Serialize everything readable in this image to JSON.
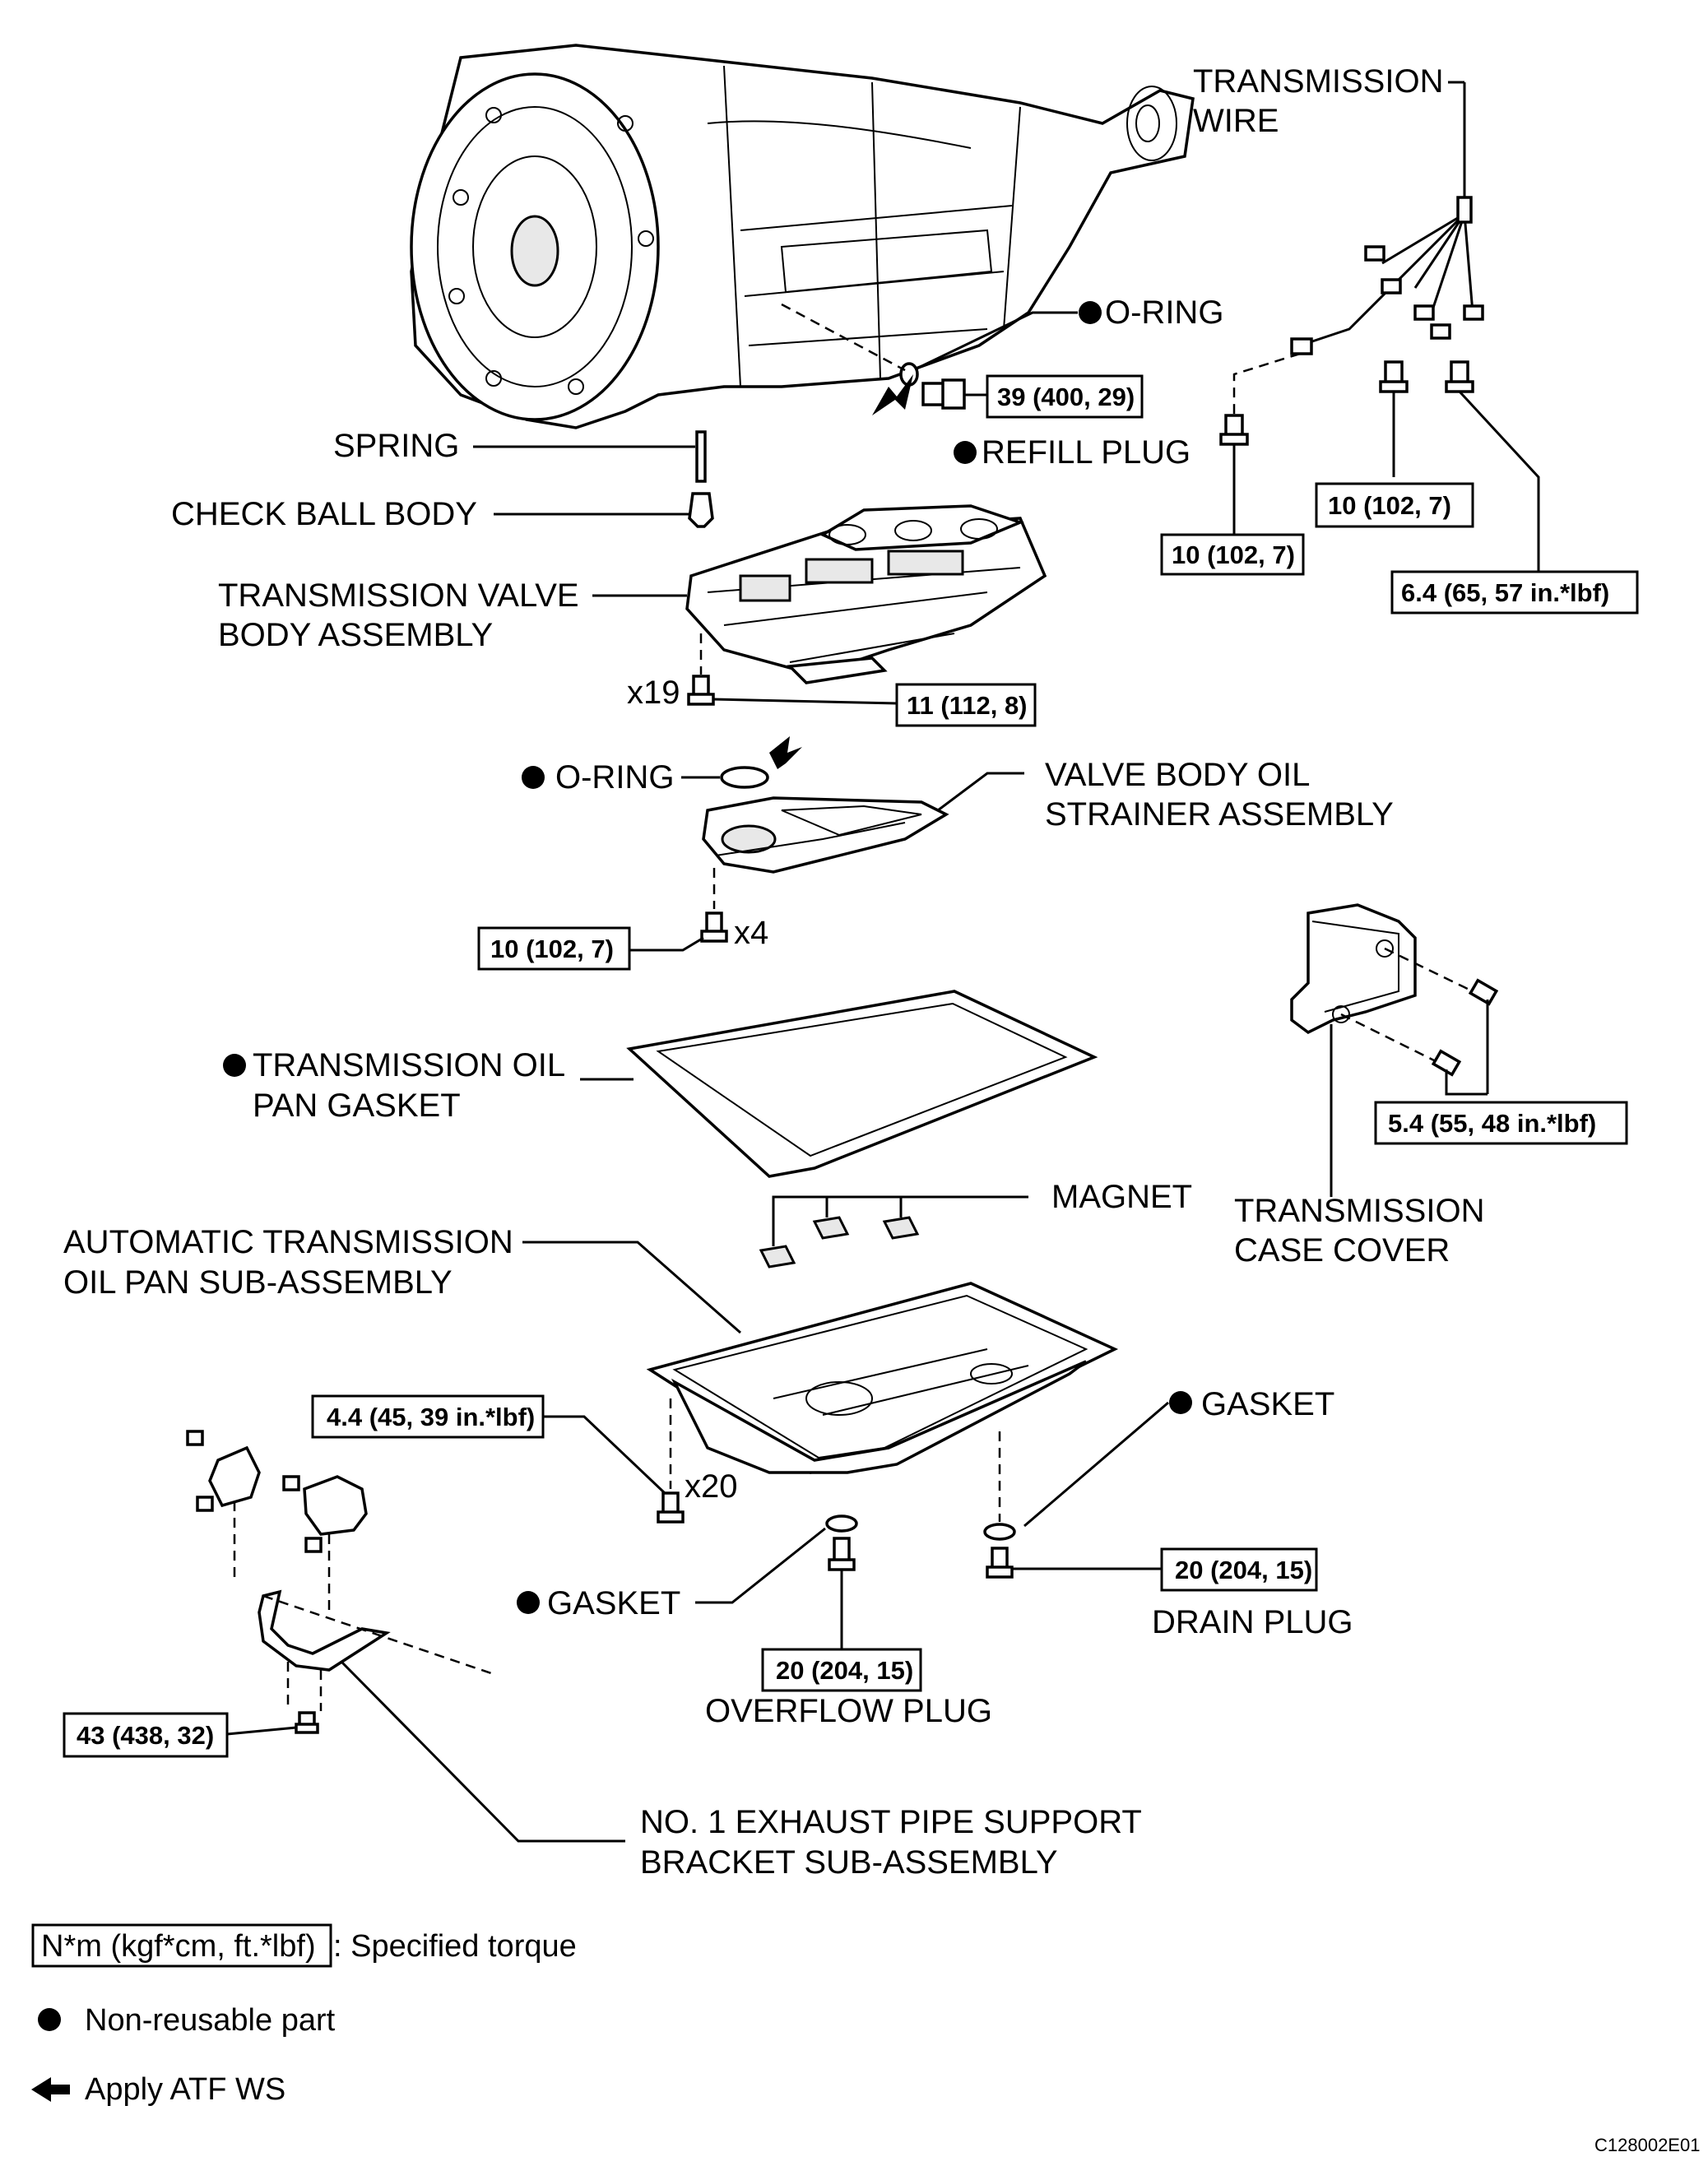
{
  "labels": {
    "transmission_wire_1": "TRANSMISSION",
    "transmission_wire_2": "WIRE",
    "o_ring_top": "O-RING",
    "refill_plug": "REFILL PLUG",
    "spring": "SPRING",
    "check_ball_body": "CHECK BALL BODY",
    "valve_body_1": "TRANSMISSION VALVE",
    "valve_body_2": "BODY ASSEMBLY",
    "x19": "x19",
    "o_ring_mid": "O-RING",
    "strainer_1": "VALVE BODY OIL",
    "strainer_2": "STRAINER ASSEMBLY",
    "x4": "x4",
    "pan_gasket_1": "TRANSMISSION OIL",
    "pan_gasket_2": "PAN GASKET",
    "magnet": "MAGNET",
    "case_cover_1": "TRANSMISSION",
    "case_cover_2": "CASE COVER",
    "oil_pan_1": "AUTOMATIC TRANSMISSION",
    "oil_pan_2": "OIL PAN SUB-ASSEMBLY",
    "gasket_right": "GASKET",
    "x20": "x20",
    "gasket_left": "GASKET",
    "drain_plug": "DRAIN PLUG",
    "overflow_plug": "OVERFLOW PLUG",
    "bracket_1": "NO. 1 EXHAUST PIPE SUPPORT",
    "bracket_2": "BRACKET SUB-ASSEMBLY"
  },
  "torques": {
    "refill_plug": "39 (400, 29)",
    "wire_bolt_mid": "10 (102, 7)",
    "wire_bolt_left": "10 (102, 7)",
    "wire_bolt_right": "6.4 (65, 57 in.*lbf)",
    "valve_body": "11 (112, 8)",
    "strainer": "10 (102, 7)",
    "case_cover": "5.4 (55, 48 in.*lbf)",
    "oil_pan": "4.4 (45, 39 in.*lbf)",
    "drain_plug": "20 (204, 15)",
    "overflow_plug": "20 (204, 15)",
    "bracket": "43 (438, 32)"
  },
  "legend": {
    "torque_unit": "N*m (kgf*cm, ft.*lbf)",
    "torque_desc": ": Specified torque",
    "non_reusable": "Non-reusable part",
    "apply_atf": "Apply ATF WS"
  },
  "figure_code": "C128002E01"
}
